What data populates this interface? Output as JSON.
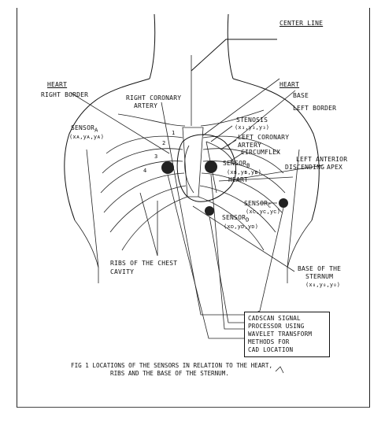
{
  "labels": {
    "center_line": "CENTER LINE",
    "heart_left_title": "HEART",
    "right_border": "RIGHT BORDER",
    "heart_right_title": "HEART",
    "base": "BASE",
    "left_border": "LEFT BORDER",
    "right_coronary_1": "RIGHT CORONARY",
    "right_coronary_2": "ARTERY",
    "stenosis": "STENOSIS",
    "stenosis_coords": "(x₃,y₃,y₃)",
    "left_coronary_1": "LEFT CORONARY",
    "left_coronary_2": "ARTERY",
    "circumflex": "CIRCUMFLEX",
    "left_anterior_1": "LEFT ANTERIOR",
    "left_anterior_2": "DISCENDING",
    "apex": "APEX",
    "sensor_a": "SENSOR",
    "sensor_a_sub": "A",
    "sensor_a_coords": "(xᴀ,yᴀ,yᴀ)",
    "sensor_b": "SENSOR",
    "sensor_b_sub": "B",
    "sensor_b_coords": "(xʙ,yʙ,yʙ)",
    "heart_center": "HEART",
    "sensor_c": "SENSOR",
    "sensor_c_sub": "C",
    "sensor_c_coords": "(xᴄ,yᴄ,yᴄ)",
    "sensor_d": "SENSOR",
    "sensor_d_sub": "D",
    "sensor_d_coords": "(xᴅ,yᴅ,yᴅ)",
    "rib_numbers": [
      "1",
      "2",
      "3",
      "4"
    ],
    "ribs_1": "RIBS OF THE CHEST",
    "ribs_2": "CAVITY",
    "base_sternum_1": "BASE OF THE",
    "base_sternum_2": "STERNUM",
    "base_sternum_coords": "(x₀,y₀,y₀)"
  },
  "box_lines": [
    "CADSCAN SIGNAL",
    "PROCESSOR USING",
    "WAVELET TRANSFORM",
    "METHODS FOR",
    "CAD LOCATION"
  ],
  "caption": {
    "line1": "FIG 1 LOCATIONS OF THE SENSORS IN RELATION TO THE HEART,",
    "line2": "RIBS AND THE BASE OF THE STERNUM."
  }
}
